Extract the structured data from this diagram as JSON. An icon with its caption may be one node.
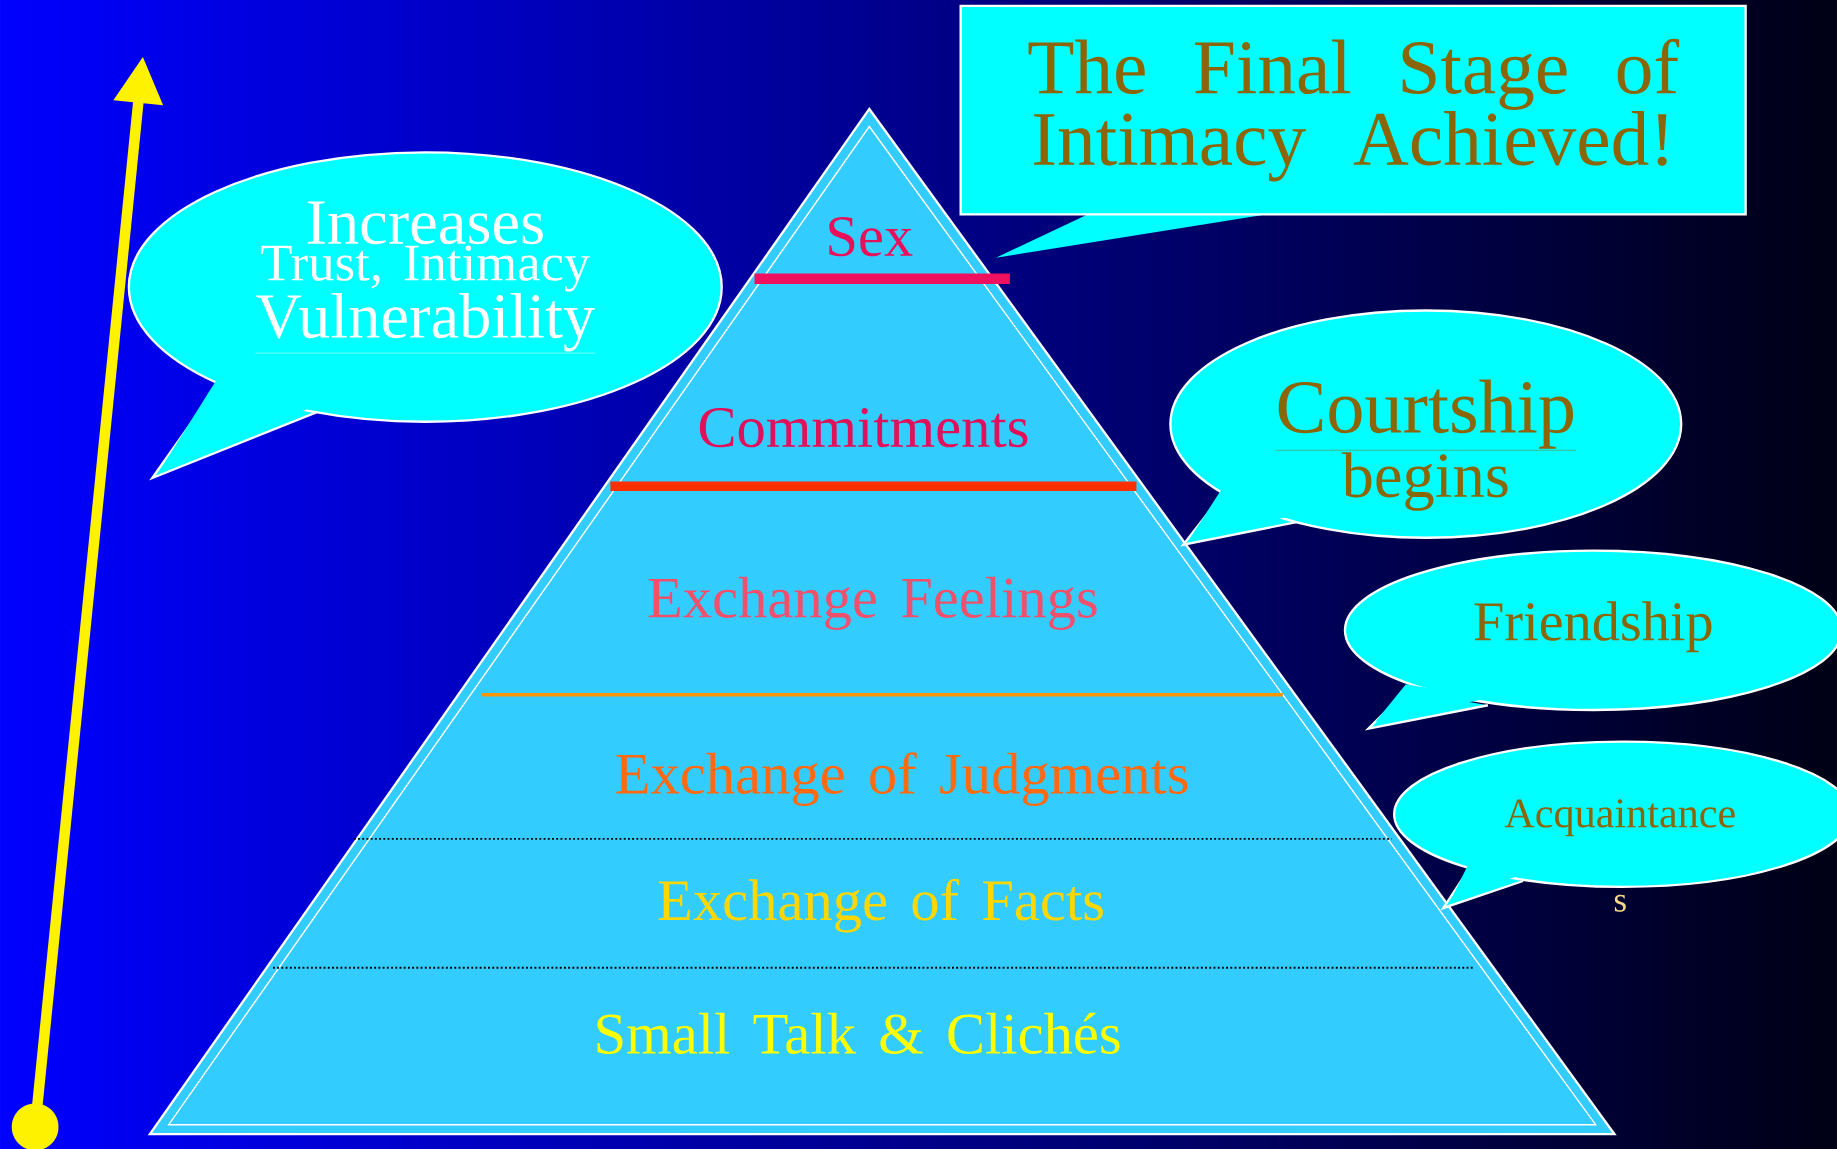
{
  "diagram": {
    "nodes": [
      {
        "text": [
          "The Final Stage of Intimacy Achieved!"
        ]
      },
      {
        "text": [
          "Increases",
          "Trust, Intimacy",
          "Vulnerability"
        ]
      },
      {
        "text": [
          "Sex"
        ]
      },
      {
        "text": [
          "Commitments"
        ]
      },
      {
        "text": [
          "Courtship",
          "begins"
        ]
      },
      {
        "text": [
          "Exchange Feelings"
        ]
      },
      {
        "text": [
          "Friendship"
        ]
      },
      {
        "text": [
          "Exchange of Judgments"
        ]
      },
      {
        "text": [
          "Acquaintance"
        ],
        "beside": [
          "s"
        ]
      },
      {
        "text": [
          "Exchange of Facts"
        ]
      },
      {
        "text": [
          "Small Talk & Clichés"
        ]
      }
    ]
  }
}
